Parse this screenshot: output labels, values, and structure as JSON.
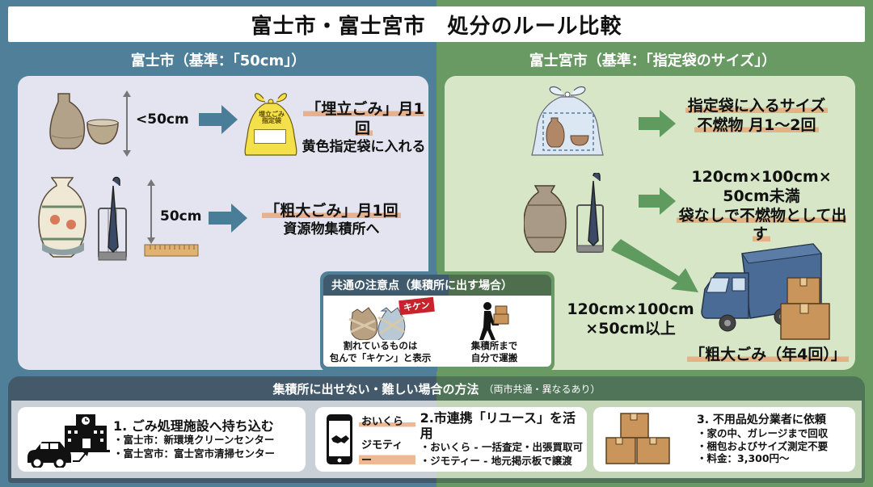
{
  "title": "富士市・富士宮市　処分のルール比較",
  "colors": {
    "fuji_blue": "#4f7f99",
    "fujinomiya_green": "#6a9a64",
    "highlight": "#e8a06e",
    "bag_yellow": "#f4e04a",
    "warning_red": "#c8232c",
    "truck_blue": "#4a6b95",
    "box_brown": "#c9955a"
  },
  "fuji": {
    "heading": "富士市（基準：「50cm」）",
    "row1": {
      "measure": "<50cm",
      "bag_label_line1": "埋立ごみ",
      "bag_label_line2": "指定袋",
      "rule_main": "「埋立ごみ」月1回",
      "rule_sub": "黄色指定袋に入れる"
    },
    "row2": {
      "measure": "50cm",
      "rule_main": "「粗大ごみ」月1回",
      "rule_sub": "資源物集積所へ"
    }
  },
  "fujinomiya": {
    "heading": "富士宮市（基準：「指定袋のサイズ」）",
    "row1": {
      "rule_line1": "指定袋に入るサイズ",
      "rule_line2": "不燃物 月1〜2回"
    },
    "row2": {
      "rule_line1": "120cm×100cm×",
      "rule_line2": "50cm未満",
      "rule_line3": "袋なしで不燃物として出す"
    },
    "row3": {
      "measure_line1": "120cm×100cm",
      "measure_line2": "×50cm以上",
      "rule": "「粗大ごみ（年4回）」"
    }
  },
  "notes": {
    "heading": "共通の注意点（集積所に出す場合）",
    "item1": {
      "tag": "キケン",
      "line1": "割れているものは",
      "line2": "包んで「キケン」と表示"
    },
    "item2": {
      "line1": "集積所まで",
      "line2": "自分で運搬"
    }
  },
  "methods": {
    "heading": "集積所に出せない・難しい場合の方法",
    "heading_note": "（両市共通・異なるあり）",
    "cards": [
      {
        "title": "1. ごみ処理施設へ持ち込む",
        "lines": [
          "・富士市：新環境クリーンセンター",
          "・富士宮市：富士宮市清掃センター"
        ]
      },
      {
        "title": "2.市連携「リユース」を活用",
        "tags": [
          "おいくら",
          "ジモティー"
        ],
        "lines": [
          "・おいくら - 一括査定・出張買取可",
          "・ジモティー - 地元掲示板で譲渡"
        ]
      },
      {
        "title": "3. 不用品処分業者に依頼",
        "lines": [
          "・家の中、ガレージまで回収",
          "・梱包およびサイズ測定不要",
          "・料金：3,300円〜"
        ]
      }
    ]
  }
}
